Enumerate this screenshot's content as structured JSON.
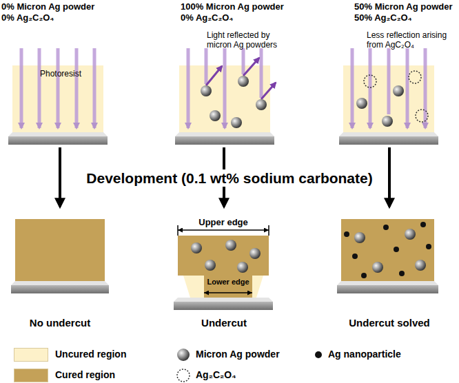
{
  "diagram": {
    "nodes": [
      {
        "text": [
          "0% Micron Ag powder 0% Ag₂C₂O₄",
          "Photoresist"
        ]
      },
      {
        "text": [
          "100% Micron Ag powder 0% Ag₂C₂O₄",
          "Light reflected by micron Ag powders"
        ]
      },
      {
        "text": [
          "50% Micron Ag powder 50% Ag₂C₂O₄",
          "Less reflection arising from AgC₂O₄"
        ]
      },
      {
        "text": [
          "No undercut"
        ]
      },
      {
        "text": [
          "Undercut"
        ]
      },
      {
        "text": [
          "Undercut solved"
        ]
      }
    ],
    "edges": [
      {
        "from": 0,
        "to": 3,
        "arrow": "to"
      },
      {
        "from": 1,
        "to": 4,
        "arrow": "to"
      },
      {
        "from": 2,
        "to": 5,
        "arrow": "to"
      }
    ],
    "labels": [
      "Development (0.1 wt% sodium carbonate)",
      "Upper edge",
      "Lower edge"
    ],
    "legend": [
      {
        "text": "Uncured region",
        "color": "#fdf1c9"
      },
      {
        "text": "Micron Ag powder"
      },
      {
        "text": "Ag nanoparticle"
      },
      {
        "text": "Cured region",
        "color": "#c4a158"
      },
      {
        "text": "Ag₂C₂O₄"
      }
    ]
  }
}
